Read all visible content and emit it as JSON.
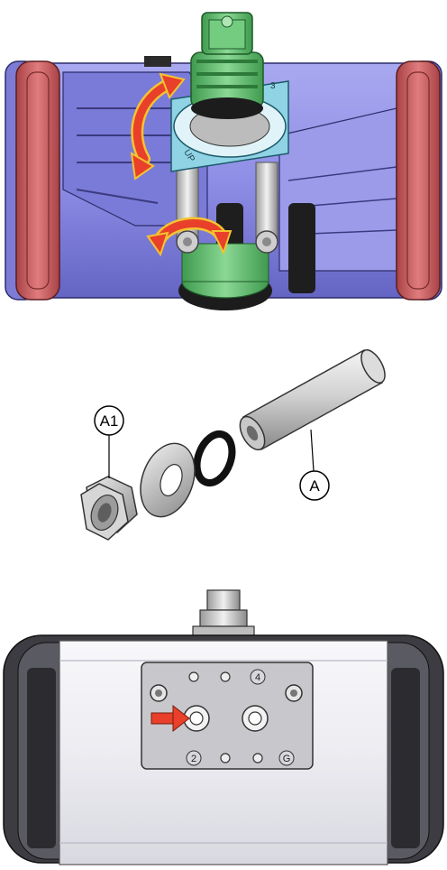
{
  "figure1": {
    "labels": {
      "up_mark": "UP",
      "side_mark": "3"
    },
    "colors": {
      "body_blue": "#8e8ee6",
      "body_dark": "#5a5ab8",
      "end_cap_red": "#c9575a",
      "valve_green": "#5cc06a",
      "bracket_cyan": "#8fd3e4",
      "arrow_red": "#e8402a",
      "arrow_yellow": "#f4c430"
    },
    "icons": [
      "rotate-arrow-icon",
      "rotate-arrow-icon"
    ]
  },
  "figure2": {
    "callouts": {
      "nut_label": "A1",
      "pin_label": "A"
    },
    "parts": [
      "hex-nut",
      "washer",
      "o-ring",
      "pin-sleeve"
    ]
  },
  "figure3": {
    "port_labels": {
      "top_right": "4",
      "bottom_left": "2",
      "bottom_right": "G"
    },
    "colors": {
      "arrow_red": "#e8402a",
      "housing_light": "#e9e9ef",
      "housing_dark": "#3c3c42"
    },
    "icons": [
      "pointer-arrow-icon"
    ]
  }
}
